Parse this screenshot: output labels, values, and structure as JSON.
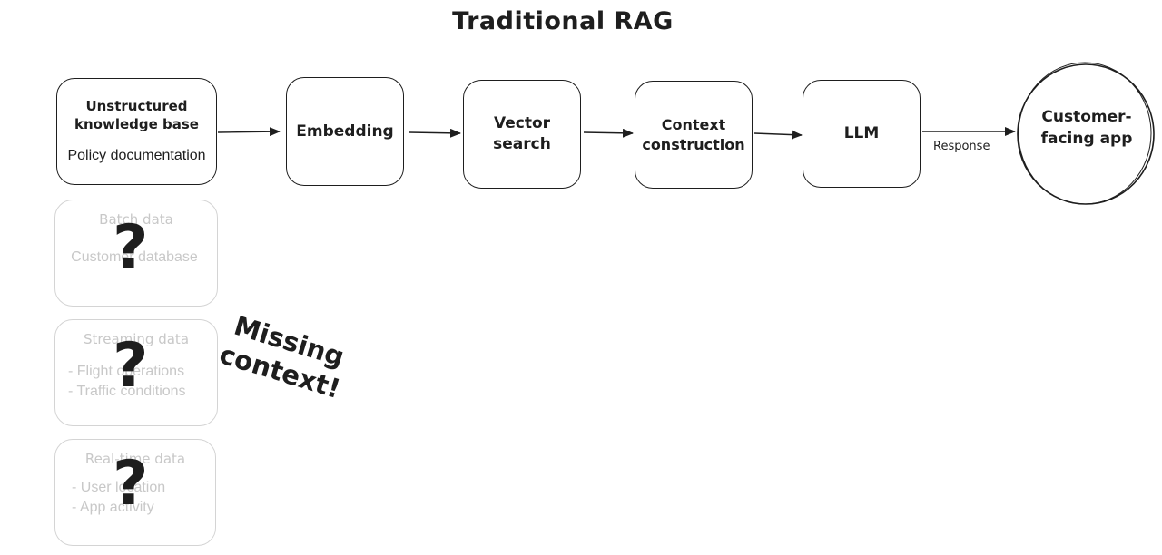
{
  "title": "Traditional RAG",
  "pipeline": {
    "source": {
      "title_line1": "Unstructured",
      "title_line2": "knowledge base",
      "subtitle": "Policy documentation"
    },
    "embedding": "Embedding",
    "vector_search": {
      "line1": "Vector",
      "line2": "search"
    },
    "context_construction": {
      "line1": "Context",
      "line2": "construction"
    },
    "llm": "LLM",
    "app": {
      "line1": "Customer-",
      "line2": "facing app"
    },
    "response_label": "Response"
  },
  "missing_sources": [
    {
      "heading": "Batch data",
      "lines": [
        "Customer database"
      ]
    },
    {
      "heading": "Streaming data",
      "lines": [
        "- Flight operations",
        "- Traffic conditions"
      ]
    },
    {
      "heading": "Real-time data",
      "lines": [
        "- User location",
        "- App activity"
      ]
    }
  ],
  "question_mark": "?",
  "annotation": {
    "line1": "Missing",
    "line2": "context!"
  }
}
